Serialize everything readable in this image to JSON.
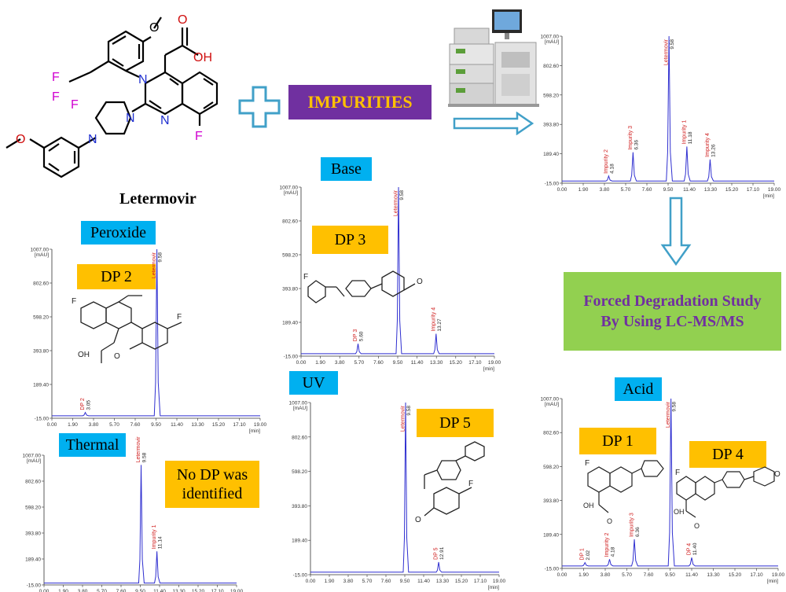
{
  "compound_name": "Letermovir",
  "impurities_label": "IMPURITIES",
  "forced_degradation_label": "Forced Degradation Study By Using LC-MS/MS",
  "molecule_atoms": {
    "oh": "OH",
    "o": "O",
    "f": "F",
    "n": "N"
  },
  "labels": {
    "peroxide": "Peroxide",
    "base": "Base",
    "uv": "UV",
    "thermal": "Thermal",
    "acid": "Acid",
    "dp1": "DP 1",
    "dp2": "DP 2",
    "dp3": "DP 3",
    "dp4": "DP 4",
    "dp5": "DP 5",
    "no_dp": "No DP was identified"
  },
  "colors": {
    "trace": "#2f2fd0",
    "peak_label": "#d02020",
    "blue_label": "#00b0f0",
    "orange_label": "#ffc000",
    "purple": "#7030a0",
    "green": "#92d050",
    "arrow": "#41a0c8"
  },
  "chart_data": [
    {
      "id": "impurities",
      "type": "line",
      "y_ticks": [
        "1007.00",
        "802.60",
        "598.20",
        "393.80",
        "189.40",
        "-15.00"
      ],
      "y_unit": "[mAU]",
      "x_ticks": [
        "0.00",
        "1.90",
        "3.80",
        "5.70",
        "7.60",
        "9.50",
        "11.40",
        "13.30",
        "15.20",
        "17.10",
        "19.00"
      ],
      "x_unit": "[min]",
      "xlim": [
        0,
        19
      ],
      "ylim": [
        -15,
        1007
      ],
      "peaks": [
        {
          "name": "Impurity 2",
          "rt": "4.18",
          "x": 4.18,
          "height": 35
        },
        {
          "name": "Impurity 3",
          "rt": "6.36",
          "x": 6.36,
          "height": 200
        },
        {
          "name": "Letermovir",
          "rt": "9.58",
          "x": 9.58,
          "height": 1007
        },
        {
          "name": "Impurity 1",
          "rt": "11.18",
          "x": 11.18,
          "height": 240
        },
        {
          "name": "Impurity 4",
          "rt": "13.26",
          "x": 13.26,
          "height": 150
        }
      ]
    },
    {
      "id": "peroxide",
      "type": "line",
      "y_ticks": [
        "1007.00",
        "802.60",
        "598.20",
        "393.80",
        "189.40",
        "-15.00"
      ],
      "y_unit": "[mAU]",
      "x_ticks": [
        "0.00",
        "1.90",
        "3.80",
        "5.70",
        "7.60",
        "9.50",
        "11.40",
        "13.30",
        "15.20",
        "17.10",
        "19.00"
      ],
      "x_unit": "[min]",
      "xlim": [
        0,
        19
      ],
      "ylim": [
        -15,
        1007
      ],
      "peaks": [
        {
          "name": "DP 2",
          "rt": "3.05",
          "x": 3.05,
          "height": 20
        },
        {
          "name": "Letermovir",
          "rt": "9.58",
          "x": 9.58,
          "height": 1007
        }
      ]
    },
    {
      "id": "base",
      "type": "line",
      "y_ticks": [
        "1007.00",
        "802.60",
        "598.20",
        "393.80",
        "189.40",
        "-15.00"
      ],
      "y_unit": "[mAU]",
      "x_ticks": [
        "0.00",
        "1.90",
        "3.80",
        "5.70",
        "7.60",
        "9.50",
        "11.40",
        "13.30",
        "15.20",
        "17.10",
        "19.00"
      ],
      "x_unit": "[min]",
      "xlim": [
        0,
        19
      ],
      "ylim": [
        -15,
        1007
      ],
      "peaks": [
        {
          "name": "DP 3",
          "rt": "5.60",
          "x": 5.6,
          "height": 60
        },
        {
          "name": "Letermovir",
          "rt": "9.58",
          "x": 9.58,
          "height": 1007
        },
        {
          "name": "Impurity 4",
          "rt": "13.27",
          "x": 13.27,
          "height": 120
        }
      ]
    },
    {
      "id": "thermal",
      "type": "line",
      "y_ticks": [
        "1007.00",
        "802.60",
        "598.20",
        "393.80",
        "189.40",
        "-15.00"
      ],
      "y_unit": "[mAU]",
      "x_ticks": [
        "0.00",
        "1.90",
        "3.80",
        "5.70",
        "7.60",
        "9.50",
        "11.40",
        "13.30",
        "15.20",
        "17.10",
        "19.00"
      ],
      "x_unit": "[min]",
      "xlim": [
        0,
        19
      ],
      "ylim": [
        -15,
        1007
      ],
      "peaks": [
        {
          "name": "Letermovir",
          "rt": "9.58",
          "x": 9.58,
          "height": 930
        },
        {
          "name": "Impurity 1",
          "rt": "11.14",
          "x": 11.14,
          "height": 250
        }
      ]
    },
    {
      "id": "uv",
      "type": "line",
      "y_ticks": [
        "1007.00",
        "802.60",
        "598.20",
        "393.80",
        "189.40",
        "-15.00"
      ],
      "y_unit": "[mAU]",
      "x_ticks": [
        "0.00",
        "1.90",
        "3.80",
        "5.70",
        "7.60",
        "9.50",
        "11.40",
        "13.30",
        "15.20",
        "17.10",
        "19.00"
      ],
      "x_unit": "[min]",
      "xlim": [
        0,
        19
      ],
      "ylim": [
        -15,
        1007
      ],
      "peaks": [
        {
          "name": "Letermovir",
          "rt": "9.58",
          "x": 9.58,
          "height": 1007
        },
        {
          "name": "DP 5",
          "rt": "12.91",
          "x": 12.91,
          "height": 60
        }
      ]
    },
    {
      "id": "acid",
      "type": "line",
      "y_ticks": [
        "1007.00",
        "802.60",
        "598.20",
        "393.80",
        "189.40",
        "-15.00"
      ],
      "y_unit": "[mAU]",
      "x_ticks": [
        "0.00",
        "1.90",
        "3.80",
        "5.70",
        "7.60",
        "9.50",
        "11.40",
        "13.30",
        "15.20",
        "17.10",
        "19.00"
      ],
      "x_unit": "[min]",
      "xlim": [
        0,
        19
      ],
      "ylim": [
        -15,
        1007
      ],
      "peaks": [
        {
          "name": "DP 1",
          "rt": "2.02",
          "x": 2.02,
          "height": 20
        },
        {
          "name": "Impurity 2",
          "rt": "4.18",
          "x": 4.18,
          "height": 40
        },
        {
          "name": "Impurity 3",
          "rt": "6.36",
          "x": 6.36,
          "height": 160
        },
        {
          "name": "Letermovir",
          "rt": "9.58",
          "x": 9.58,
          "height": 1007
        },
        {
          "name": "DP 4",
          "rt": "11.40",
          "x": 11.4,
          "height": 50
        }
      ]
    }
  ]
}
